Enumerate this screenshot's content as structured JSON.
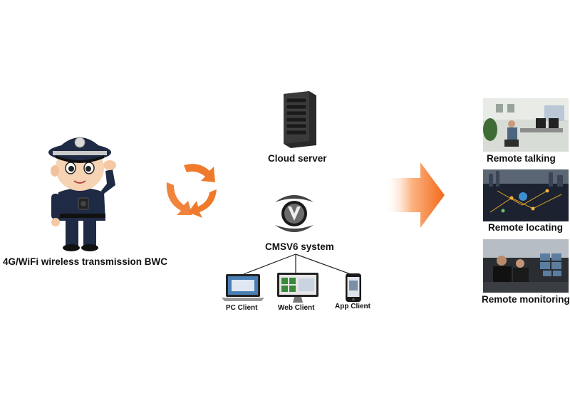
{
  "officer": {
    "label": "4G/WiFi wireless transmission BWC"
  },
  "cloud": {
    "label": "Cloud server"
  },
  "cmsv6": {
    "label": "CMSV6 system"
  },
  "clients": [
    {
      "label": "PC Client"
    },
    {
      "label": "Web Client"
    },
    {
      "label": "App Client"
    }
  ],
  "outputs": [
    {
      "label": "Remote talking"
    },
    {
      "label": "Remote locating"
    },
    {
      "label": "Remote monitoring"
    }
  ],
  "colors": {
    "accent": "#f26a1b",
    "accent_light": "#fbb382",
    "dark": "#1f2a44"
  }
}
